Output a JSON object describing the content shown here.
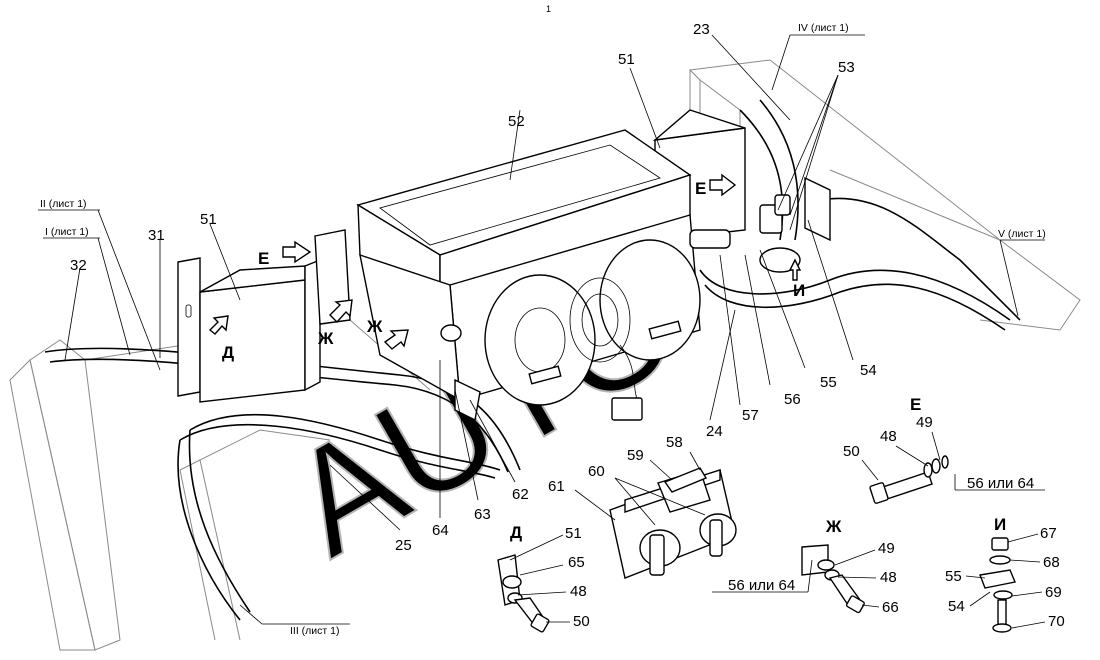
{
  "diagram": {
    "watermark": "AUTO",
    "top_mark": "1",
    "references": {
      "sheet_I": "I (лист 1)",
      "sheet_II": "II (лист 1)",
      "sheet_III": "III (лист 1)",
      "sheet_IV": "IV (лист 1)",
      "sheet_V": "V (лист 1)"
    },
    "view_letters": {
      "E": "Е",
      "ZH": "Ж",
      "D": "Д",
      "I": "И"
    },
    "callouts": {
      "c23": "23",
      "c24": "24",
      "c25": "25",
      "c31": "31",
      "c32": "32",
      "c48": "48",
      "c49": "49",
      "c50": "50",
      "c51": "51",
      "c52": "52",
      "c53": "53",
      "c54": "54",
      "c55": "55",
      "c56": "56",
      "c57": "57",
      "c58": "58",
      "c59": "59",
      "c60": "60",
      "c61": "61",
      "c62": "62",
      "c63": "63",
      "c64": "64",
      "c65": "65",
      "c66": "66",
      "c67": "67",
      "c68": "68",
      "c69": "69",
      "c70": "70"
    },
    "alt_label": "56 или 64"
  }
}
